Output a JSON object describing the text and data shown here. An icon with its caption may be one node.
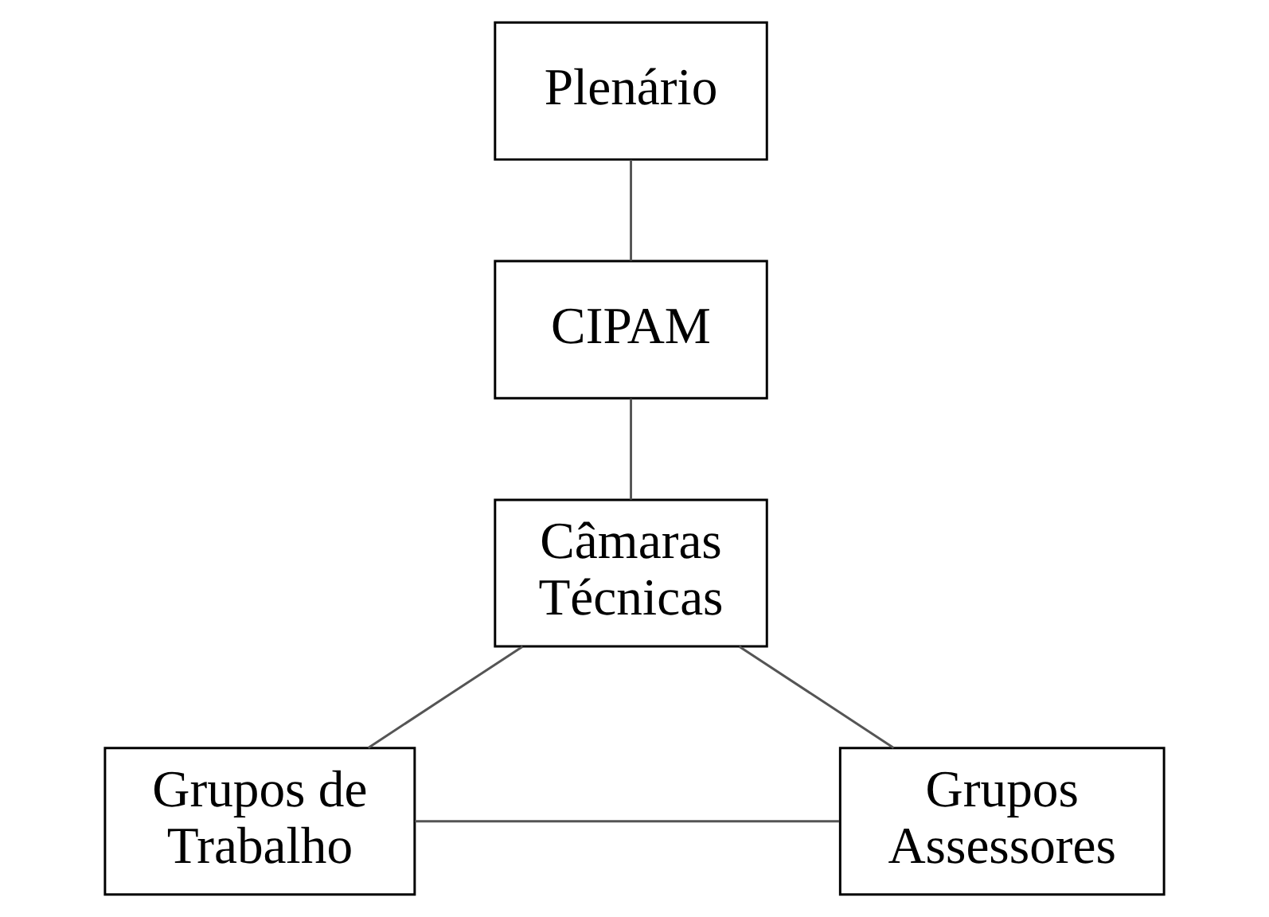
{
  "diagram": {
    "nodes": [
      {
        "text": [
          "Plenário"
        ]
      },
      {
        "text": [
          "CIPAM"
        ]
      },
      {
        "text": [
          "Câmaras Técnicas"
        ]
      },
      {
        "text": [
          "Grupos de Trabalho"
        ]
      },
      {
        "text": [
          "Grupos Assessores"
        ]
      }
    ],
    "edges": [
      {
        "from": 0,
        "to": 1,
        "arrow": "none"
      },
      {
        "from": 1,
        "to": 2,
        "arrow": "none"
      },
      {
        "from": 2,
        "to": 3,
        "arrow": "none"
      },
      {
        "from": 2,
        "to": 4,
        "arrow": "none"
      },
      {
        "from": 3,
        "to": 4,
        "arrow": "none"
      }
    ]
  }
}
